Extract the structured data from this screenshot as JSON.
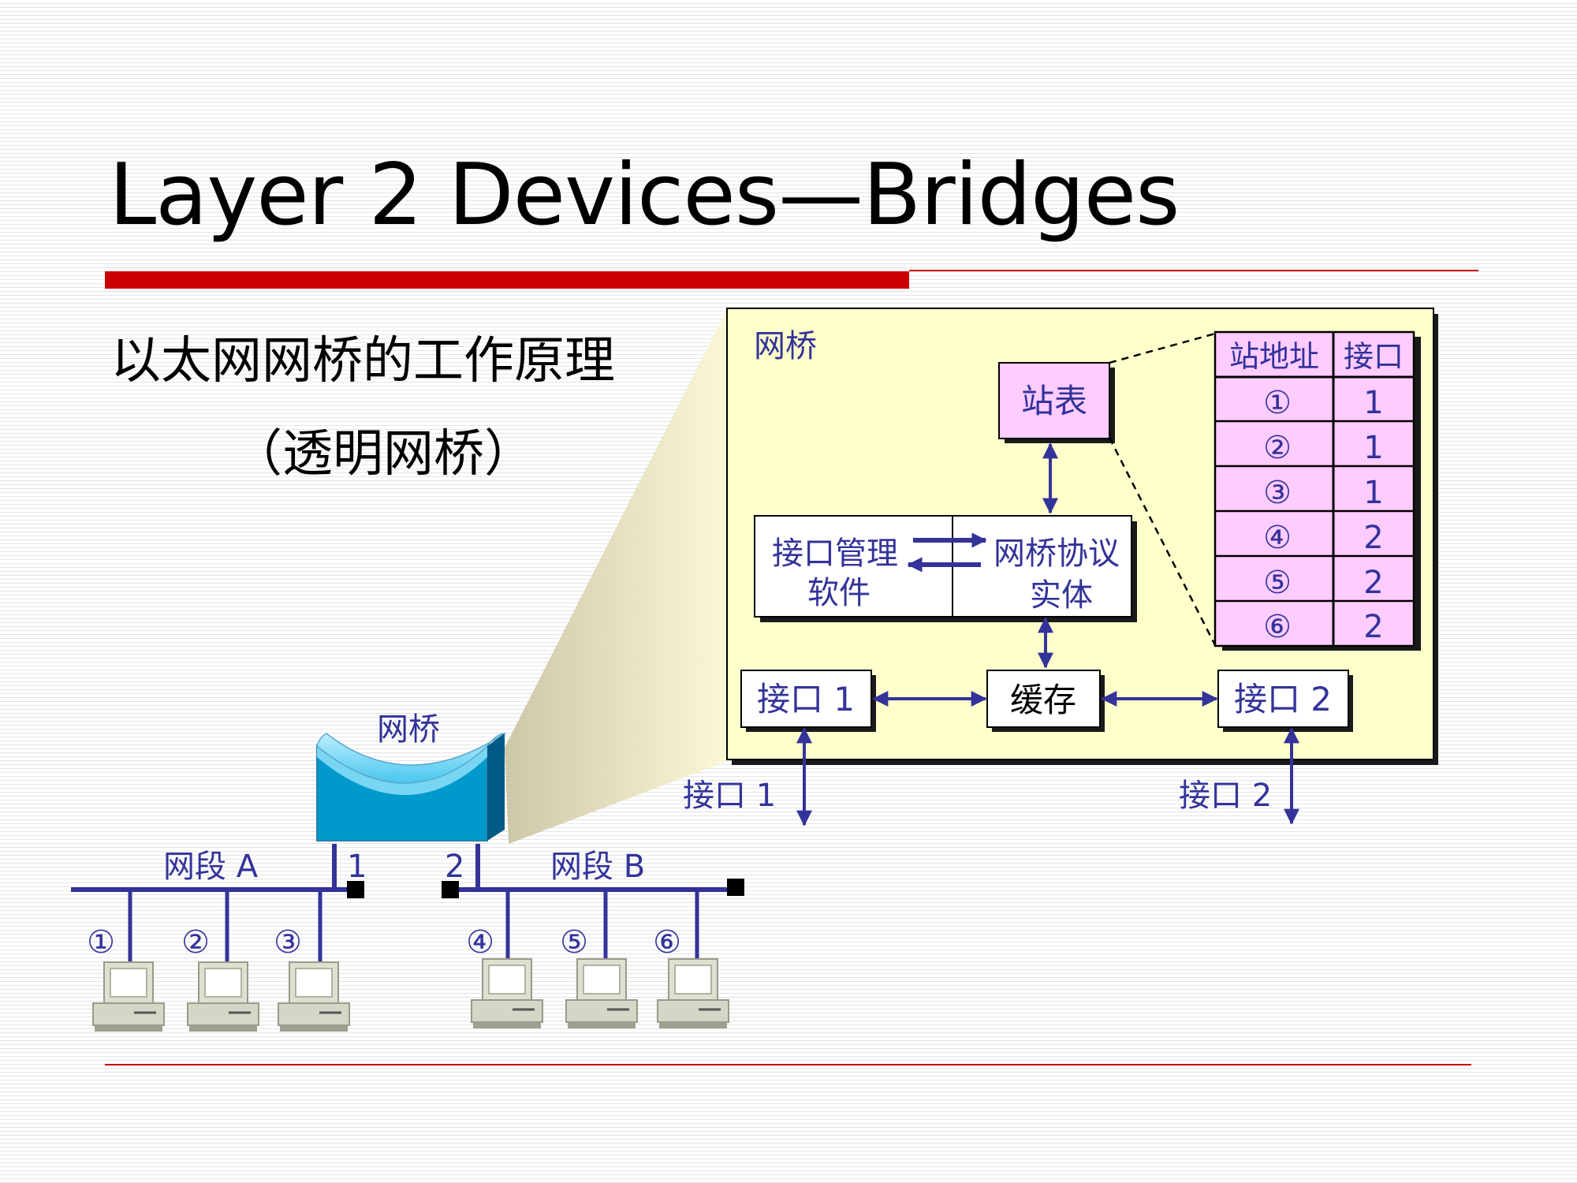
{
  "title": "Layer 2 Devices—Bridges",
  "subtitle": "以太网网桥的工作原理",
  "subtitle_note": "（透明网桥）",
  "colors": {
    "accent_red": "#cc0000",
    "navy": "#33339a",
    "panel_bg": "#ffffcc",
    "table_pink": "#ffccff",
    "bridge_blue": "#0099cc"
  },
  "bridge_panel": {
    "label": "网桥",
    "station_table_box": "站表",
    "table": {
      "headers": [
        "站地址",
        "接口"
      ],
      "rows": [
        {
          "station": "①",
          "port": "1"
        },
        {
          "station": "②",
          "port": "1"
        },
        {
          "station": "③",
          "port": "1"
        },
        {
          "station": "④",
          "port": "2"
        },
        {
          "station": "⑤",
          "port": "2"
        },
        {
          "station": "⑥",
          "port": "2"
        }
      ]
    },
    "port_mgmt": [
      "接口管理",
      "软件"
    ],
    "protocol_entity": [
      "网桥协议",
      "实体"
    ],
    "buffer": "缓存",
    "port1_box": "接口 1",
    "port2_box": "接口 2",
    "port1_outside": "接口 1",
    "port2_outside": "接口 2"
  },
  "network": {
    "bridge_label": "网桥",
    "segment_a": "网段 A",
    "segment_b": "网段 B",
    "port1": "1",
    "port2": "2",
    "hosts": [
      {
        "label": "①",
        "segment": "A"
      },
      {
        "label": "②",
        "segment": "A"
      },
      {
        "label": "③",
        "segment": "A"
      },
      {
        "label": "④",
        "segment": "B"
      },
      {
        "label": "⑤",
        "segment": "B"
      },
      {
        "label": "⑥",
        "segment": "B"
      }
    ]
  }
}
